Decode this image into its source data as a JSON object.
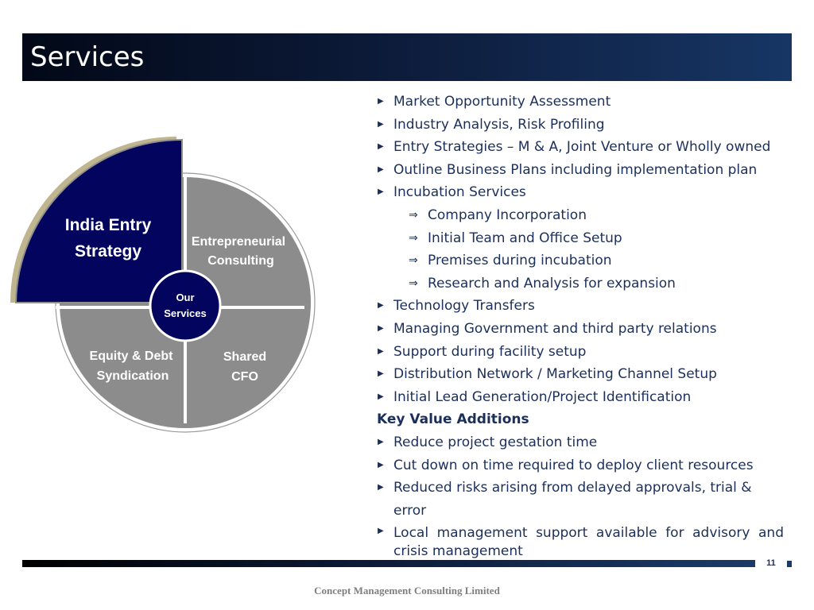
{
  "slide": {
    "title": "Services",
    "page_number": "11",
    "footer": "Concept Management Consulting Limited"
  },
  "diagram": {
    "center_line1": "Our",
    "center_line2": "Services",
    "highlight_line1": "India Entry",
    "highlight_line2": "Strategy",
    "q1_line1": "Entrepreneurial",
    "q1_line2": "Consulting",
    "q2_line1": "Shared",
    "q2_line2": "CFO",
    "q3_line1": "Equity & Debt",
    "q3_line2": "Syndication",
    "colors": {
      "highlight": "#03045e",
      "highlight_shadow": "#bfb58e",
      "quadrant": "#8c8c8c",
      "text_dark_bg": "#ffffff"
    }
  },
  "services": [
    "Market Opportunity Assessment",
    "Industry Analysis, Risk Profiling",
    "Entry Strategies – M & A, Joint Venture or Wholly owned",
    "Outline Business Plans including implementation plan",
    "Incubation Services"
  ],
  "incubation_sub": [
    "Company Incorporation",
    "Initial Team and Office Setup",
    "Premises during incubation",
    "Research and Analysis for expansion"
  ],
  "services_more": [
    "Technology Transfers",
    "Managing Government and third party relations",
    "Support during facility setup",
    "Distribution Network / Marketing Channel Setup",
    "Initial Lead Generation/Project Identification"
  ],
  "key_value": {
    "heading": "Key Value Additions",
    "items": [
      "Reduce project gestation time",
      "Cut down on time required to deploy client resources",
      "Reduced risks arising from delayed approvals, trial & error",
      "Local management support available for advisory and crisis management"
    ]
  },
  "icons": {
    "bullet": "▶",
    "sub_arrow": "⇒"
  }
}
